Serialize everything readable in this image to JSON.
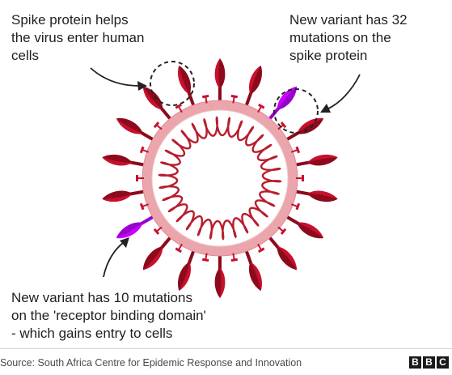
{
  "annotations": {
    "spike": [
      "Spike protein helps",
      "the virus enter human",
      "cells"
    ],
    "mutations_32": [
      "New variant has 32",
      "mutations on the",
      "spike protein"
    ],
    "mutations_10": [
      "New variant has 10 mutations",
      "on the 'receptor binding domain'",
      "- which gains entry to cells"
    ]
  },
  "footer": {
    "source": "Source:  South Africa Centre for Epidemic Response and Innovation",
    "logo_letters": [
      "B",
      "B",
      "C"
    ]
  },
  "colors": {
    "spike_red": "#c8102e",
    "spike_dark": "#8c0a1c",
    "membrane": "#eaa6ac",
    "rna": "#b81d2e",
    "mutation_purple": "#cc00ff",
    "dashed_circle": "#222222"
  },
  "icons": {
    "arrow": "curved-arrow",
    "callout": "dashed-circle"
  }
}
